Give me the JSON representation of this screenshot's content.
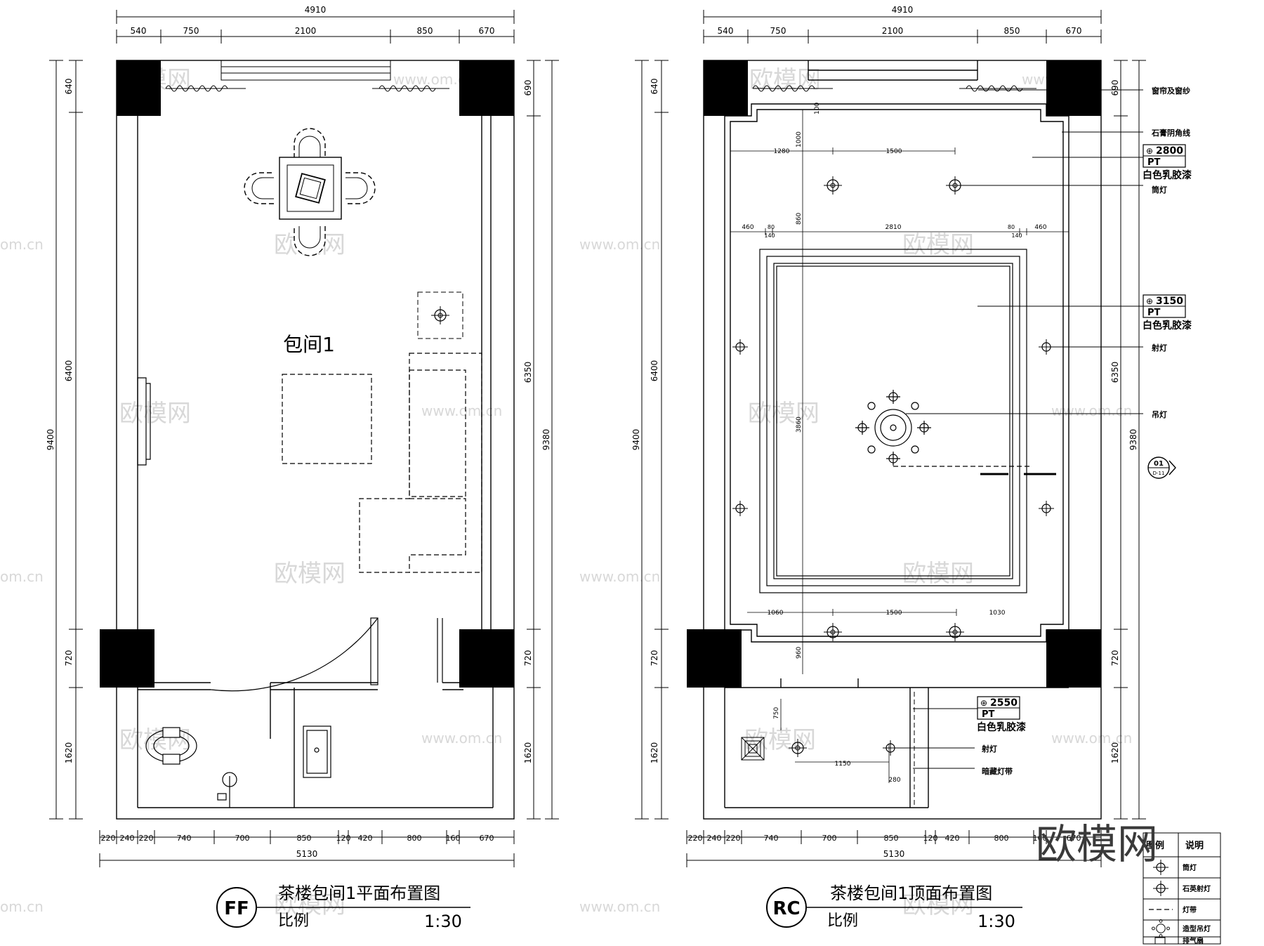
{
  "watermark": {
    "brand": "欧模网",
    "site": "www.om.cn",
    "site_short": "om.cn"
  },
  "plan": {
    "room_label": "包间1",
    "title": "茶楼包间1平面布置图",
    "scale_label": "比例",
    "scale_value": "1:30",
    "badge": "FF",
    "dims": {
      "top_total": "4910",
      "top": [
        "540",
        "750",
        "2100",
        "850",
        "670"
      ],
      "left_total": "9400",
      "left": [
        "640",
        "6400",
        "720",
        "1620"
      ],
      "right_total": "9380",
      "right": [
        "690",
        "6350",
        "720",
        "1620"
      ],
      "bottom": [
        "220",
        "240",
        "220",
        "740",
        "700",
        "850",
        "120",
        "420",
        "800",
        "160",
        "670"
      ],
      "bottom_total": "5130"
    }
  },
  "ceiling": {
    "title": "茶楼包间1顶面布置图",
    "scale_label": "比例",
    "scale_value": "1:30",
    "badge": "RC",
    "dims": {
      "top_total": "4910",
      "top": [
        "540",
        "750",
        "2100",
        "850",
        "670"
      ],
      "left_total": "9400",
      "left": [
        "640",
        "6400",
        "720",
        "1620"
      ],
      "right_total": "9380",
      "right": [
        "690",
        "6350",
        "720",
        "1620"
      ],
      "bottom": [
        "220",
        "240",
        "220",
        "740",
        "700",
        "850",
        "120",
        "420",
        "800",
        "160",
        "670"
      ],
      "bottom_total": "5130",
      "inner": [
        "100",
        "1280",
        "1500",
        "1000",
        "460",
        "2810",
        "460",
        "80",
        "80",
        "140",
        "140",
        "860",
        "3860",
        "1060",
        "1500",
        "1030",
        "960",
        "750",
        "1150",
        "280"
      ]
    },
    "height_tags": [
      {
        "height": "2800",
        "code": "PT",
        "finish": "白色乳胶漆"
      },
      {
        "height": "3150",
        "code": "PT",
        "finish": "白色乳胶漆"
      },
      {
        "height": "2550",
        "code": "PT",
        "finish": "白色乳胶漆"
      }
    ],
    "callouts": [
      "窗帘及窗纱",
      "石膏阴角线",
      "筒灯",
      "射灯",
      "吊灯",
      "射灯",
      "暗藏灯带"
    ],
    "section_marker": {
      "top": "01",
      "bottom": "D-11"
    }
  },
  "legend": {
    "header": [
      "图例",
      "说明"
    ],
    "items": [
      "筒灯",
      "石英射灯",
      "灯带",
      "造型吊灯",
      "排气扇"
    ]
  }
}
